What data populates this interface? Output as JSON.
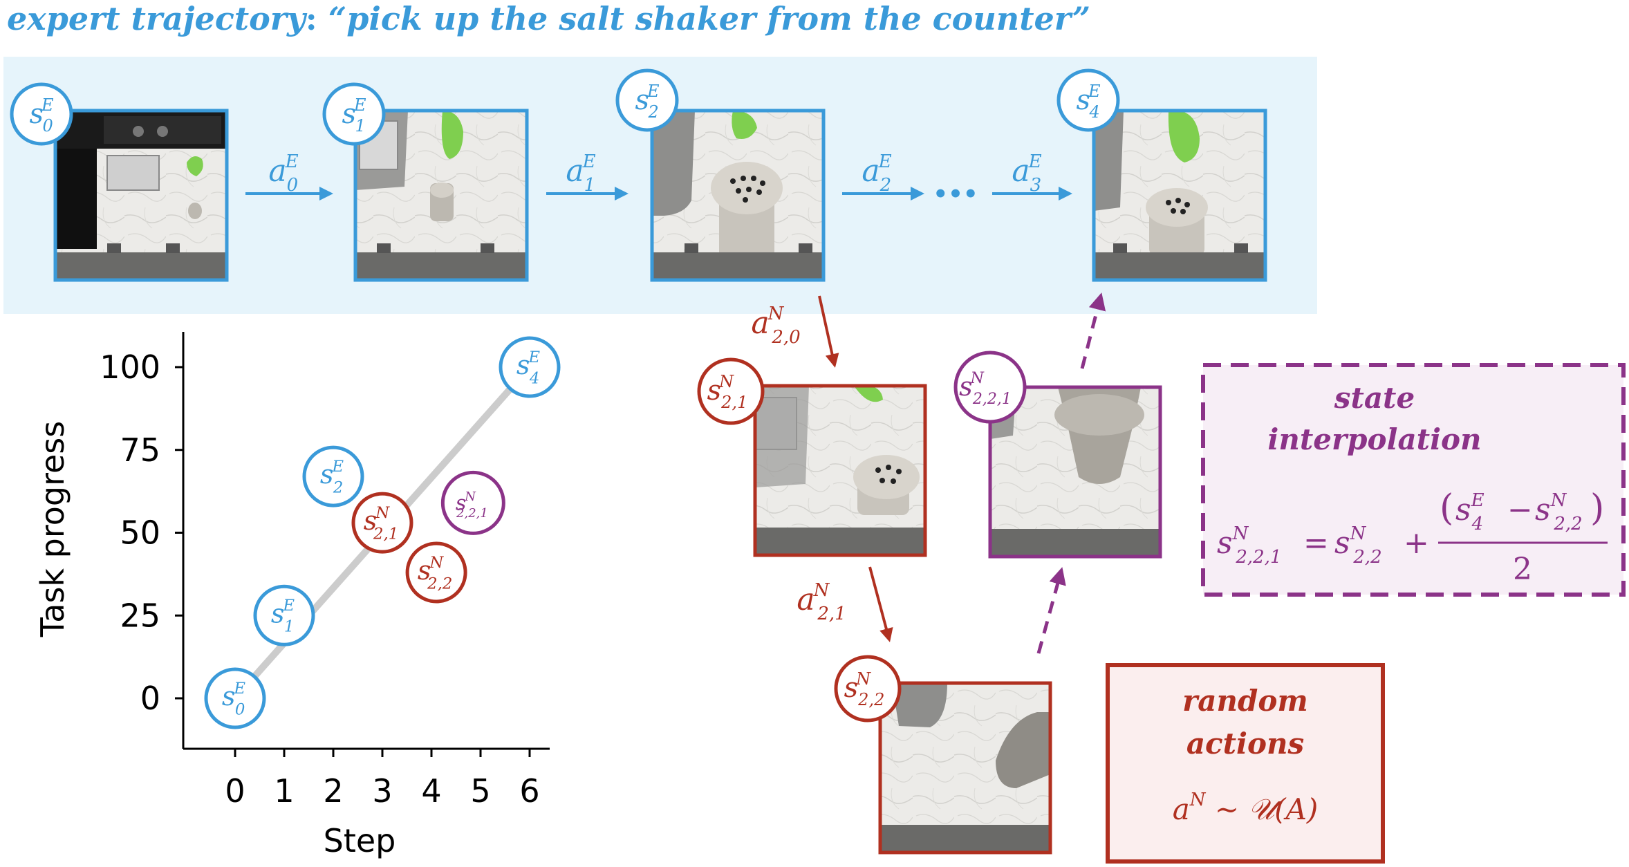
{
  "title": {
    "prefix": "expert trajectory",
    "separator": ":",
    "quote": "“pick up the salt shaker from the counter”"
  },
  "colors": {
    "expert": "#3a9ad9",
    "random": "#b03020",
    "interp": "#8b3388",
    "band": "#e6f4fb",
    "line": "#cccccc"
  },
  "expert_states": [
    {
      "base": "s",
      "sup": "E",
      "sub": "0"
    },
    {
      "base": "s",
      "sup": "E",
      "sub": "1"
    },
    {
      "base": "s",
      "sup": "E",
      "sub": "2"
    },
    {
      "base": "s",
      "sup": "E",
      "sub": "4"
    }
  ],
  "expert_actions": [
    {
      "base": "a",
      "sup": "E",
      "sub": "0"
    },
    {
      "base": "a",
      "sup": "E",
      "sub": "1"
    },
    {
      "base": "a",
      "sup": "E",
      "sub": "2"
    },
    {
      "base": "a",
      "sup": "E",
      "sub": "3"
    }
  ],
  "ellipsis": "•••",
  "random_states": [
    {
      "base": "s",
      "sup": "N",
      "sub": "2,1"
    },
    {
      "base": "s",
      "sup": "N",
      "sub": "2,2"
    }
  ],
  "random_actions": [
    {
      "base": "a",
      "sup": "N",
      "sub": "2,0"
    },
    {
      "base": "a",
      "sup": "N",
      "sub": "2,1"
    }
  ],
  "interp_state": {
    "base": "s",
    "sup": "N",
    "sub": "2,2,1"
  },
  "interp_box": {
    "title_line1": "state",
    "title_line2": "interpolation",
    "lhs": {
      "base": "s",
      "sup": "N",
      "sub": "2,2,1"
    },
    "eq": "=",
    "rhs1": {
      "base": "s",
      "sup": "N",
      "sub": "2,2"
    },
    "plus": "+",
    "num_a": {
      "base": "s",
      "sup": "E",
      "sub": "4"
    },
    "minus": "−",
    "num_b": {
      "base": "s",
      "sup": "N",
      "sub": "2,2"
    },
    "lparen": "(",
    "rparen": ")",
    "den": "2"
  },
  "random_box": {
    "title_line1": "random",
    "title_line2": "actions",
    "formula_a": "a",
    "formula_sup": "N",
    "formula_rest": " ∼ 𝒰(A)"
  },
  "chart_data": {
    "type": "scatter",
    "xlabel": "Step",
    "ylabel": "Task progress",
    "xticks": [
      "0",
      "1",
      "2",
      "3",
      "4",
      "5",
      "6"
    ],
    "yticks": [
      "0",
      "25",
      "50",
      "75",
      "100"
    ],
    "xlim": [
      -1,
      6.5
    ],
    "ylim": [
      -15,
      110
    ],
    "expert_line": [
      {
        "x": 0,
        "y": 0
      },
      {
        "x": 6,
        "y": 100
      }
    ],
    "points": [
      {
        "x": 0,
        "y": 0,
        "label": {
          "base": "s",
          "sup": "E",
          "sub": "0"
        },
        "kind": "expert"
      },
      {
        "x": 1,
        "y": 25,
        "label": {
          "base": "s",
          "sup": "E",
          "sub": "1"
        },
        "kind": "expert"
      },
      {
        "x": 2,
        "y": 67,
        "label": {
          "base": "s",
          "sup": "E",
          "sub": "2"
        },
        "kind": "expert"
      },
      {
        "x": 6,
        "y": 100,
        "label": {
          "base": "s",
          "sup": "E",
          "sub": "4"
        },
        "kind": "expert"
      },
      {
        "x": 3,
        "y": 53,
        "label": {
          "base": "s",
          "sup": "N",
          "sub": "2,1"
        },
        "kind": "random"
      },
      {
        "x": 4.1,
        "y": 38,
        "label": {
          "base": "s",
          "sup": "N",
          "sub": "2,2"
        },
        "kind": "random"
      },
      {
        "x": 4.85,
        "y": 59,
        "label": {
          "base": "s",
          "sup": "N",
          "sub": "2,2,1"
        },
        "kind": "interp"
      }
    ]
  }
}
